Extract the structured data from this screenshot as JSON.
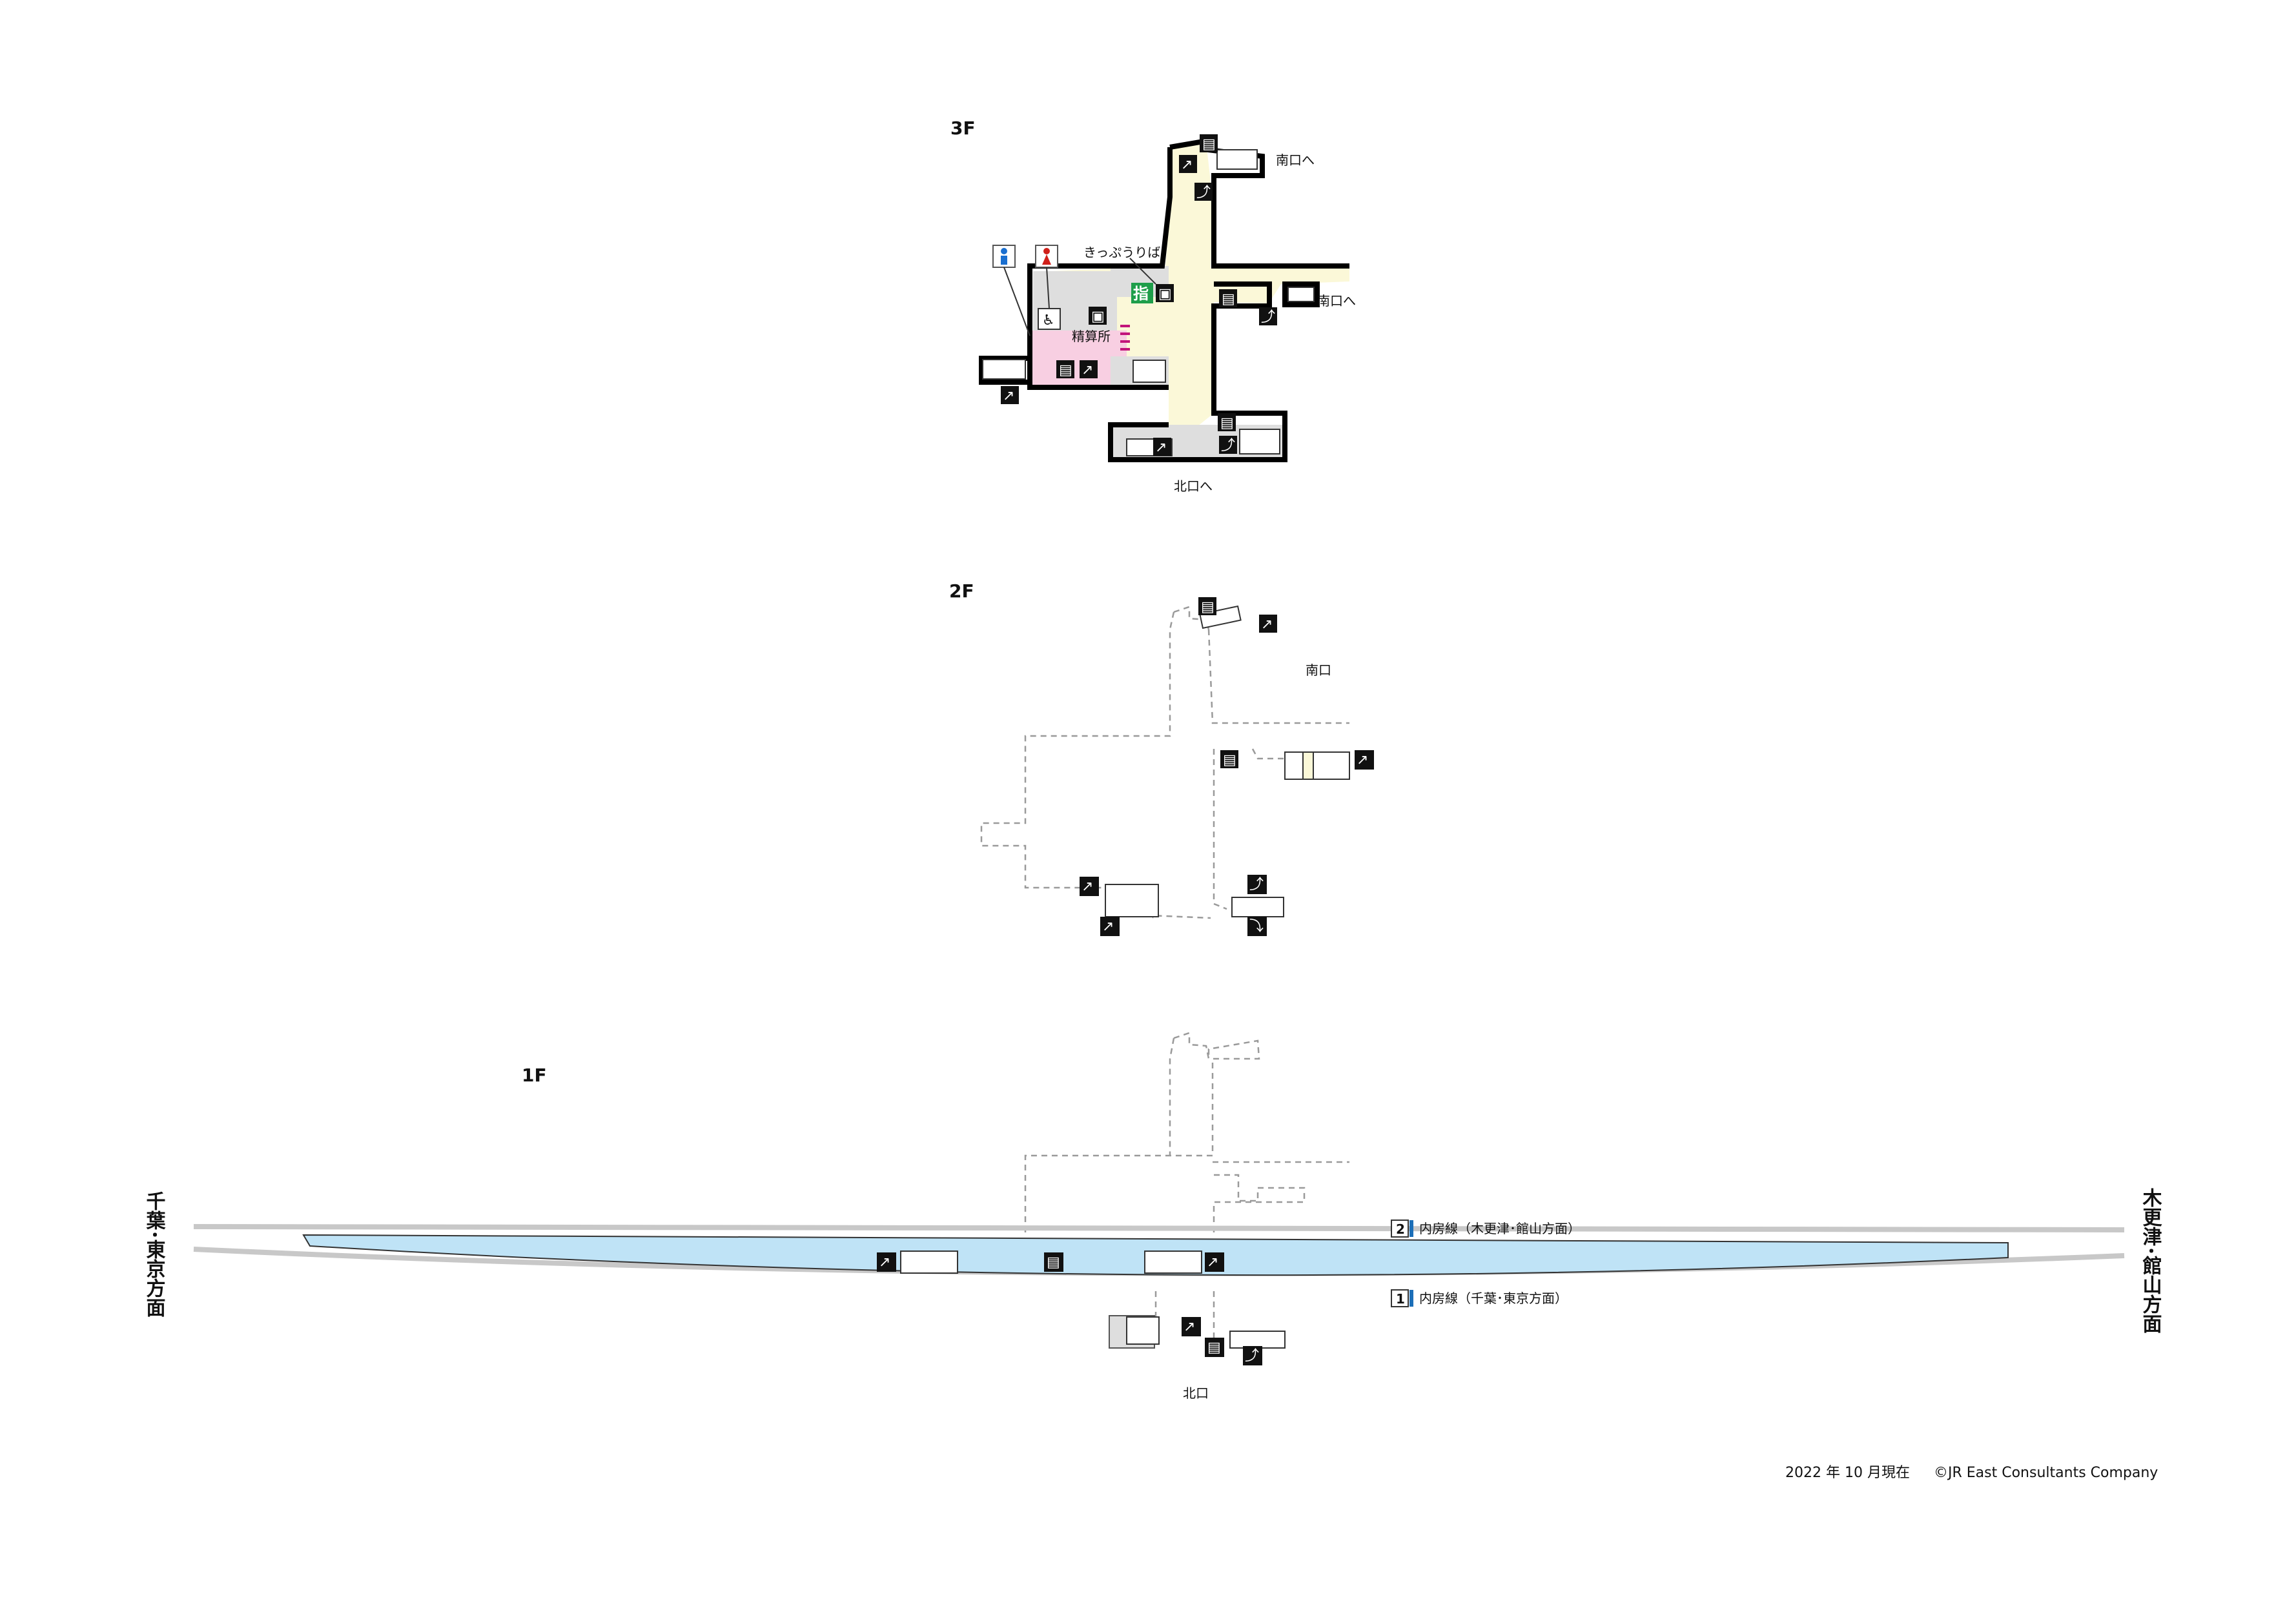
{
  "floors": {
    "f3": {
      "title": "3F",
      "labels": {
        "ticket_counter": "きっぷうりば",
        "fare_adjustment": "精算所",
        "south_exit_1": "南口へ",
        "south_exit_2": "南口へ",
        "north_exit": "北口へ",
        "reserved_seat_sign": "指"
      }
    },
    "f2": {
      "title": "2F",
      "labels": {
        "south_exit": "南口"
      }
    },
    "f1": {
      "title": "1F",
      "labels": {
        "north_exit": "北口"
      },
      "platform": {
        "track2_number": "2",
        "track2_label": "内房線（木更津･館山方面）",
        "track1_number": "1",
        "track1_label": "内房線（千葉･東京方面）"
      },
      "direction_left": "千葉･東京方面",
      "direction_right": "木更津･館山方面"
    }
  },
  "footer": {
    "date": "2022 年 10 月現在",
    "copyright": "©JR East Consultants Company"
  },
  "colors": {
    "concourse_yellow": "#fbf8d8",
    "toilet_pink": "#f8cfe2",
    "platform_blue": "#bfe3f6",
    "track_grey": "#c8c8c8",
    "reserved_green": "#1e9e4a",
    "line_blue": "#1c6fb8",
    "male_blue": "#1a6fd0",
    "female_red": "#d0201a"
  },
  "icons": {
    "elevator": "elevator-icon",
    "stairs_up": "stairs-up-icon",
    "escalator": "escalator-icon",
    "ticket_machine": "ticket-machine-icon",
    "toilet_male": "male-toilet-icon",
    "toilet_female": "female-toilet-icon",
    "accessible_toilet": "accessible-toilet-icon"
  }
}
